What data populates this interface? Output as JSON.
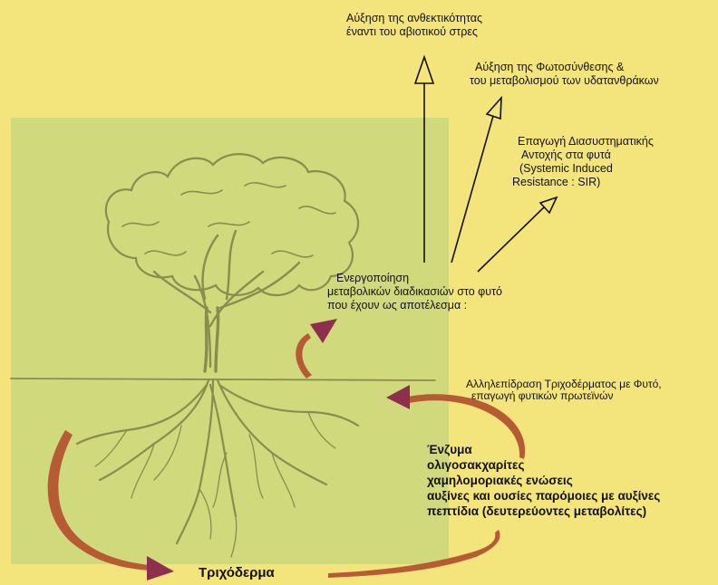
{
  "labels": {
    "abiotic": [
      "Αύξηση της ανθεκτικότητας",
      "έναντι του αβιοτικού στρες"
    ],
    "photosynthesis": [
      "Αύξηση της Φωτοσύνθεσης &",
      "του μεταβολισμού των υδατανθράκων"
    ],
    "systemic": [
      "Επαγωγή Διασυστηματικής",
      "Αντοχής στα φυτά",
      "(Systemic Induced",
      "Resistance : SIR)"
    ],
    "activation": [
      "Ενεργοποίηση",
      "μεταβολικών διαδικασιών στο φυτό",
      "που έχουν ως αποτέλεσμα :"
    ],
    "interaction": [
      "Αλληλεπίδραση Τριχοδέρματος με Φυτό,",
      "επαγωγή φυτικών πρωτεϊνών"
    ],
    "secreted": [
      "Ένζυμα",
      "ολιγοσακχαρίτες",
      "χαμηλομοριακές ενώσεις",
      "αυξίνες και ουσίες παρόμοιες με αυξίνες",
      "πεπτίδια (δευτερεύοντες μεταβολίτες)"
    ],
    "trichoderma": "Τριχόδερμα"
  },
  "colors": {
    "background": "#f3e47c",
    "panel": "#c9d77c",
    "arrow_fill": "#b75b34",
    "arrow_head": "#8f2f4e",
    "tree": "#7d8046",
    "text": "#111111"
  },
  "icons": {
    "tree": "tree-with-roots-sketch"
  }
}
